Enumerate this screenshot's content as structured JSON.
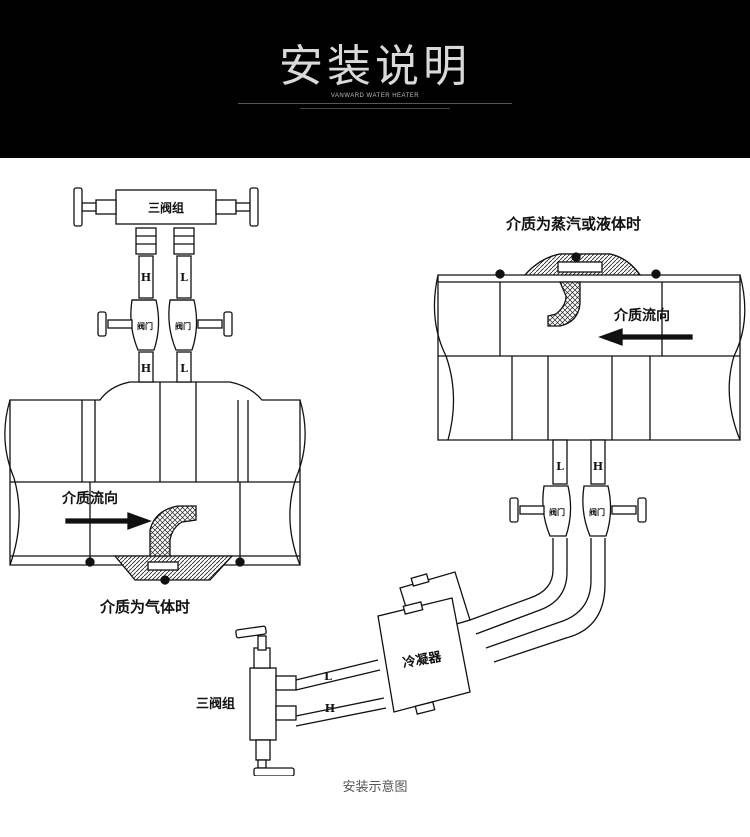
{
  "header": {
    "title": "安装说明",
    "subtitle": "VANWARD WATER HEATER"
  },
  "diagram": {
    "left_manifold_label": "三阀组",
    "left_tag_h": "H",
    "left_tag_l": "L",
    "left_valve_label_1": "阀门",
    "left_valve_label_2": "阀门",
    "left_tag_h2": "H",
    "left_tag_l2": "L",
    "left_flow_label": "介质流向",
    "gas_caption": "介质为气体时",
    "steam_caption": "介质为蒸汽或液体时",
    "right_flow_label": "介质流向",
    "right_tag_l": "L",
    "right_tag_h": "H",
    "right_valve_label_1": "阀门",
    "right_valve_label_2": "阀门",
    "condenser_label": "冷凝器",
    "cond_tag_l": "L",
    "cond_tag_h": "H",
    "bottom_manifold_label": "三阀组"
  },
  "footer": {
    "caption": "安装示意图"
  }
}
